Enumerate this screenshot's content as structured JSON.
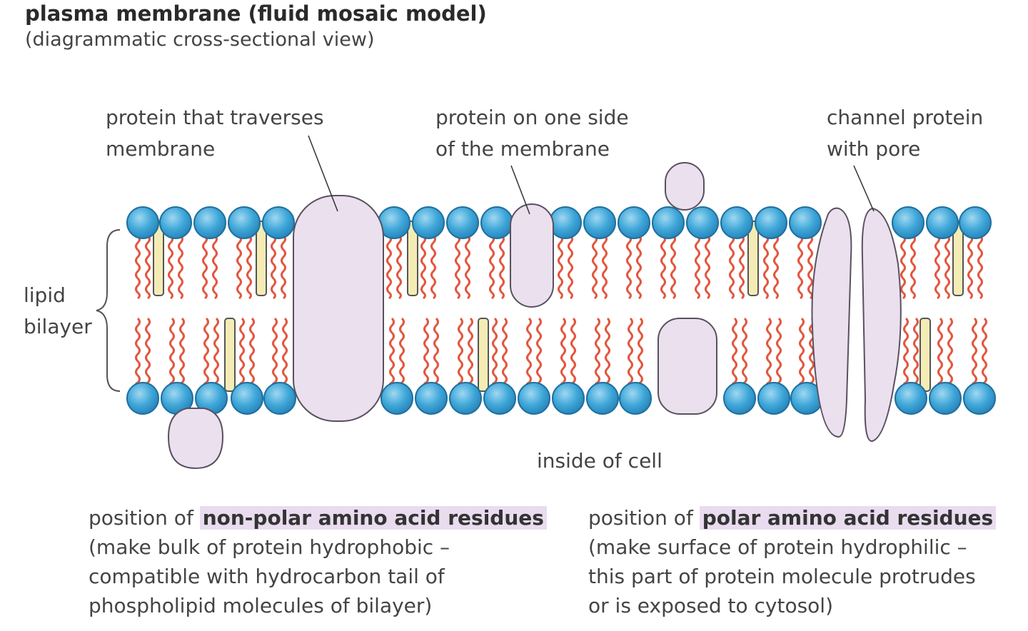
{
  "header": {
    "title": "plasma membrane (fluid mosaic model)",
    "subtitle": "(diagrammatic cross-sectional view)"
  },
  "labels": {
    "traverse_line1": "protein that traverses",
    "traverse_line2": "membrane",
    "oneside_line1": "protein on one side",
    "oneside_line2": "of the membrane",
    "channel_line1": "channel protein",
    "channel_line2": "with pore",
    "lipid_line1": "lipid",
    "lipid_line2": "bilayer",
    "inside": "inside of cell"
  },
  "captions": {
    "left": {
      "prefix": "position of ",
      "highlight": "non-polar amino acid residues",
      "line2": "(make bulk of protein hydrophobic –",
      "line3": "compatible with hydrocarbon tail of",
      "line4": "phospholipid molecules of bilayer)"
    },
    "right": {
      "prefix": "position of ",
      "highlight": "polar amino acid residues",
      "line2": "(make surface of protein hydrophilic –",
      "line3": "this part of protein molecule protrudes",
      "line4": "or is exposed to cytosol)"
    }
  },
  "colors": {
    "head_fill": "#3ea6d8",
    "head_stroke": "#1e6f9e",
    "tail": "#e2573f",
    "protein_fill": "#eae0ee",
    "protein_stroke": "#5a5060",
    "cholesterol": "#f4ecb4",
    "highlight": "#e9dcef"
  }
}
